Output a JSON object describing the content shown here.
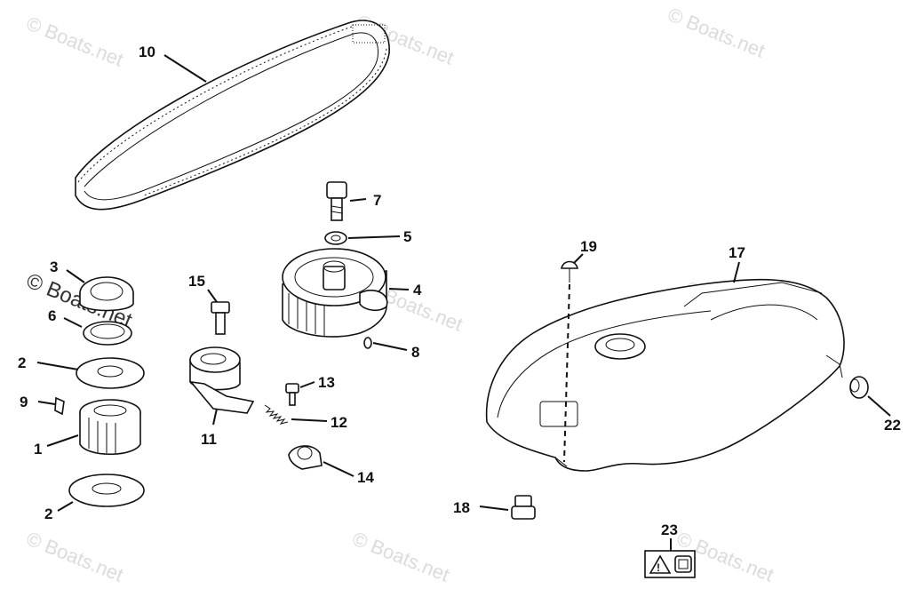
{
  "watermark": "© Boats.net",
  "callouts": [
    "10",
    "7",
    "5",
    "4",
    "8",
    "3",
    "6",
    "2",
    "9",
    "1",
    "2",
    "15",
    "11",
    "13",
    "12",
    "14",
    "19",
    "17",
    "22",
    "18",
    "23"
  ]
}
